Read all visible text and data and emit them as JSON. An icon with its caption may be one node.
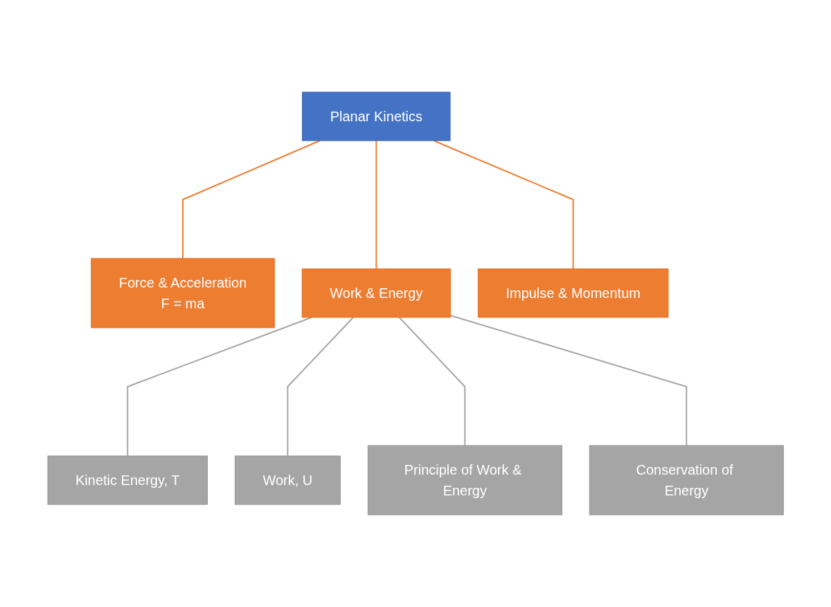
{
  "diagram": {
    "nodes": [
      {
        "text": [
          "Planar Kinetics"
        ]
      },
      {
        "text": [
          "Force & Acceleration",
          "F = ma"
        ]
      },
      {
        "text": [
          "Work & Energy"
        ]
      },
      {
        "text": [
          "Impulse & Momentum"
        ]
      },
      {
        "text": [
          "Kinetic Energy, T"
        ]
      },
      {
        "text": [
          "Work, U"
        ]
      },
      {
        "text": [
          "Principle of Work & Energy"
        ]
      },
      {
        "text": [
          "Conservation of Energy"
        ]
      }
    ],
    "edges": [
      {
        "from": 0,
        "to": 1,
        "arrow": "none",
        "color": "#ed7d31"
      },
      {
        "from": 0,
        "to": 2,
        "arrow": "none",
        "color": "#ed7d31"
      },
      {
        "from": 0,
        "to": 3,
        "arrow": "none",
        "color": "#ed7d31"
      },
      {
        "from": 2,
        "to": 4,
        "arrow": "none"
      },
      {
        "from": 2,
        "to": 5,
        "arrow": "none"
      },
      {
        "from": 2,
        "to": 6,
        "arrow": "none"
      },
      {
        "from": 2,
        "to": 7,
        "arrow": "none"
      }
    ]
  }
}
